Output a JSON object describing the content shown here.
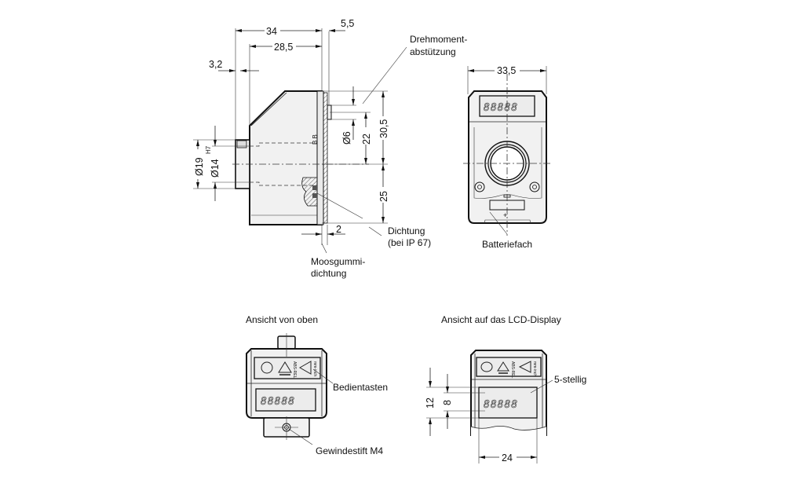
{
  "drawing": {
    "side_view": {
      "dimensions": {
        "overall_length": "34",
        "body_length": "28,5",
        "flange": "3,2",
        "torque_pin_offset": "5,5",
        "bore_outer": "Ø19",
        "bore_inner": "Ø14",
        "bore_tolerance": "H7",
        "pin_diameter": "Ø6",
        "pin_height": "22",
        "upper_height": "30,5",
        "lower_height": "25",
        "seal_thickness": "2"
      },
      "callouts": {
        "torque_support_line1": "Drehmoment-",
        "torque_support_line2": "abstützung",
        "seal_line1": "Dichtung",
        "seal_line2": "(bei IP 67)",
        "foam_seal_line1": "Moosgummi-",
        "foam_seal_line2": "dichtung"
      }
    },
    "rear_view": {
      "width": "33,5",
      "display_digits": "88888",
      "callouts": {
        "battery": "Batteriefach"
      }
    },
    "top_view": {
      "title": "Ansicht von oben",
      "button_labels": [
        "ABS-REL",
        "mm-inch"
      ],
      "display_digits": "88888",
      "callouts": {
        "buttons": "Bedientasten",
        "set_screw": "Gewindestift M4"
      }
    },
    "lcd_view": {
      "title": "Ansicht auf das LCD-Display",
      "button_labels": [
        "ABS-REL",
        "mm-inch"
      ],
      "display_digits": "88888",
      "dimensions": {
        "window_height": "12",
        "digit_height": "8",
        "window_width": "24"
      },
      "callouts": {
        "digits": "5-stellig"
      }
    }
  }
}
